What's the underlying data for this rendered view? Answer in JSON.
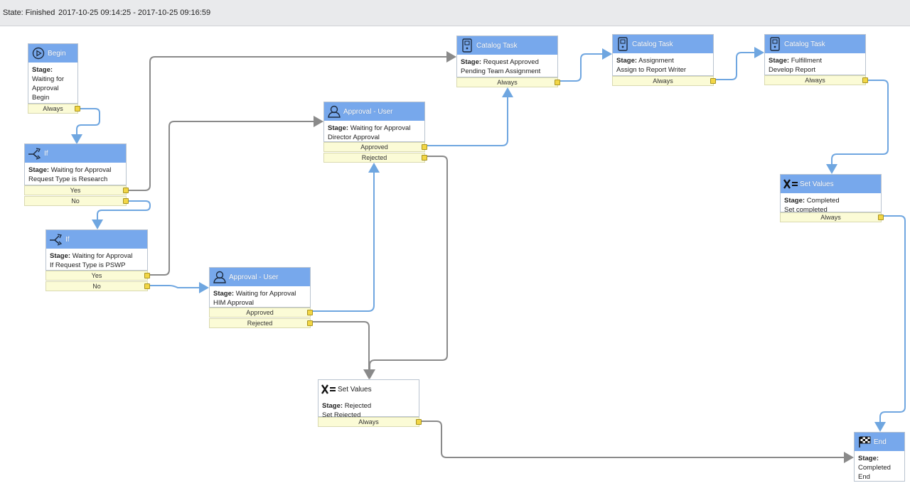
{
  "header": {
    "state_text": "State: Finished",
    "time_range": "2017-10-25 09:14:25 - 2017-10-25 09:16:59"
  },
  "stage_prefix": "Stage:",
  "nodes": {
    "begin": {
      "title": "Begin",
      "line1": "Waiting for",
      "line2": "Approval",
      "line3": "Begin",
      "exit": "Always"
    },
    "if1": {
      "title": "If",
      "line1": "Waiting for Approval",
      "line2": "Request Type is Research",
      "exit_yes": "Yes",
      "exit_no": "No"
    },
    "if2": {
      "title": "If",
      "line1": "Waiting for Approval",
      "line2": "If Request Type is PSWP",
      "exit_yes": "Yes",
      "exit_no": "No"
    },
    "approval_director": {
      "title": "Approval - User",
      "line1": "Waiting for Approval",
      "line2": "Director Approval",
      "exit_approved": "Approved",
      "exit_rejected": "Rejected"
    },
    "approval_him": {
      "title": "Approval - User",
      "line1": "Waiting for Approval",
      "line2": "HIM Approval",
      "exit_approved": "Approved",
      "exit_rejected": "Rejected"
    },
    "catalog1": {
      "title": "Catalog Task",
      "line1": "Request Approved",
      "line2": "Pending Team Assignment",
      "exit": "Always"
    },
    "catalog2": {
      "title": "Catalog Task",
      "line1": "Assignment",
      "line2": "Assign to Report Writer",
      "exit": "Always"
    },
    "catalog3": {
      "title": "Catalog Task",
      "line1": "Fulfillment",
      "line2": "Develop Report",
      "exit": "Always"
    },
    "setvalues_completed": {
      "title": "Set Values",
      "line1": "Completed",
      "line2": "Set completed",
      "exit": "Always"
    },
    "setvalues_rejected": {
      "title": "Set Values",
      "line1": "Rejected",
      "line2": "Set Rejected",
      "exit": "Always"
    },
    "end": {
      "title": "End",
      "line1": "Completed",
      "line2": "End"
    }
  },
  "colors": {
    "header_blue": "#77a8ec",
    "exit_bg": "#fbfbd6",
    "knob": "#f2d645",
    "wire_active": "#6fa6e0",
    "wire_inactive": "#8a8a8a"
  }
}
